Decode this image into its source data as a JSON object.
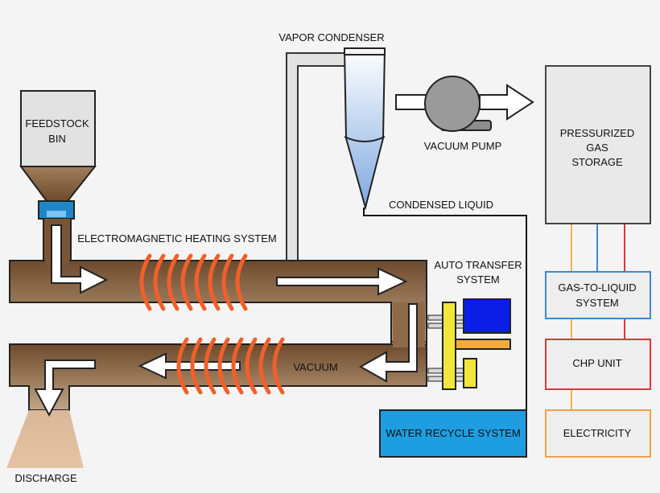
{
  "diagram": {
    "labels": {
      "vapor_condenser": "VAPOR CONDENSER",
      "feedstock_bin_line1": "FEEDSTOCK",
      "feedstock_bin_line2": "BIN",
      "vacuum_pump": "VACUUM PUMP",
      "pressurized_line1": "PRESSURIZED",
      "pressurized_line2": "GAS",
      "pressurized_line3": "STORAGE",
      "condensed_liquid": "CONDENSED LIQUID",
      "em_heating": "ELECTROMAGNETIC HEATING SYSTEM",
      "auto_transfer_line1": "AUTO TRANSFER",
      "auto_transfer_line2": "SYSTEM",
      "gtl_line1": "GAS-TO-LIQUID",
      "gtl_line2": "SYSTEM",
      "vacuum": "VACUUM",
      "chp_unit": "CHP UNIT",
      "water_recycle": "WATER RECYCLE SYSTEM",
      "electricity": "ELECTRICITY",
      "discharge": "DISCHARGE"
    },
    "colors": {
      "tube_brown": "#7a5535",
      "tube_brown_light": "#b89a78",
      "coil_orange": "#f0602a",
      "hopper_gray": "#e2e2e2",
      "condenser_blue": "#8fb6e6",
      "pump_gray": "#9a9a9a",
      "gtl_border": "#3d88d0",
      "chp_border": "#e0343d",
      "electricity_border": "#f3a04a",
      "water_fill": "#1e9ee0",
      "auto_yellow": "#f3e63a",
      "auto_blue": "#0a1ee8",
      "auto_orange": "#f6a93b",
      "line_orange": "#f3b34a",
      "line_blue": "#3d88d0",
      "line_red": "#e0343d"
    }
  }
}
